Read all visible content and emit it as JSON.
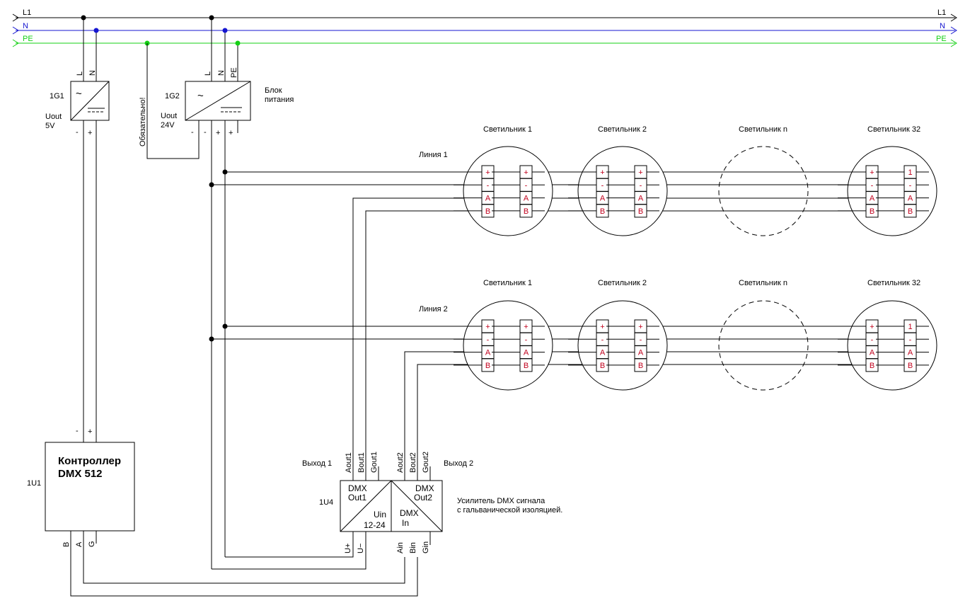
{
  "bus": {
    "l1": "L1",
    "n": "N",
    "pe": "PE",
    "colors": {
      "l1": "#000000",
      "n": "#1515d0",
      "pe": "#15d015"
    }
  },
  "psu1": {
    "id": "1G1",
    "uout": "Uout",
    "voltage": "5V",
    "in_l": "L",
    "in_n": "N",
    "out_minus": "-",
    "out_plus": "+"
  },
  "psu2": {
    "id": "1G2",
    "uout": "Uout",
    "voltage": "24V",
    "in_l": "L",
    "in_n": "N",
    "in_pe": "PE",
    "out_minus": "-",
    "out_plus": "+",
    "caption": [
      "Блок",
      "питания"
    ]
  },
  "mandatory_label": "Обязательно!",
  "controller": {
    "id": "1U1",
    "title": [
      "Контроллер",
      "DMX 512"
    ],
    "pin_minus": "-",
    "pin_plus": "+",
    "pin_b": "B",
    "pin_a": "A",
    "pin_g": "G"
  },
  "amplifier": {
    "id": "1U4",
    "caption": [
      "Усилитель DMX сигнала",
      "с гальванической изоляцией."
    ],
    "out1_label": "Выход 1",
    "out2_label": "Выход 2",
    "dmx_out1": [
      "DMX",
      "Out1"
    ],
    "dmx_out2": [
      "DMX",
      "Out2"
    ],
    "dmx_in": [
      "DMX",
      "In"
    ],
    "uin": [
      "Uin",
      "12-24"
    ],
    "pins_top": [
      "Aout1",
      "Bout1",
      "Gout1",
      "Aout2",
      "Bout2",
      "Gout2"
    ],
    "pins_bottom": [
      "U+",
      "U−",
      "Ain",
      "Bin",
      "Gin"
    ]
  },
  "lines": [
    {
      "label": "Линия 1",
      "fixtures": [
        {
          "name": "Светильник 1",
          "left": [
            "+",
            "-",
            "A",
            "B"
          ],
          "right": [
            "+",
            "-",
            "A",
            "B"
          ]
        },
        {
          "name": "Светильник 2",
          "left": [
            "+",
            "-",
            "A",
            "B"
          ],
          "right": [
            "+",
            "-",
            "A",
            "B"
          ]
        },
        {
          "name": "Светильник n",
          "dashed": true
        },
        {
          "name": "Светильник 32",
          "left": [
            "+",
            "-",
            "A",
            "B"
          ],
          "right": [
            "1",
            "-",
            "A",
            "B"
          ]
        }
      ]
    },
    {
      "label": "Линия 2",
      "fixtures": [
        {
          "name": "Светильник 1",
          "left": [
            "+",
            "-",
            "A",
            "B"
          ],
          "right": [
            "+",
            "-",
            "A",
            "B"
          ]
        },
        {
          "name": "Светильник 2",
          "left": [
            "+",
            "-",
            "A",
            "B"
          ],
          "right": [
            "+",
            "-",
            "A",
            "B"
          ]
        },
        {
          "name": "Светильник n",
          "dashed": true
        },
        {
          "name": "Светильник 32",
          "left": [
            "+",
            "-",
            "A",
            "B"
          ],
          "right": [
            "1",
            "-",
            "A",
            "B"
          ]
        }
      ]
    }
  ]
}
